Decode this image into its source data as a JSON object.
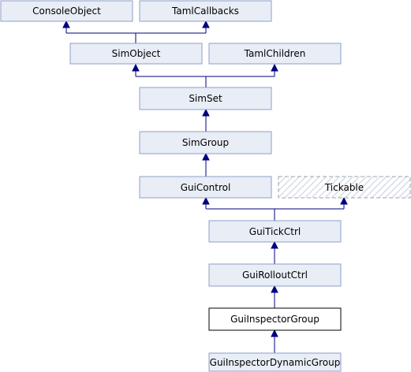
{
  "diagram": {
    "classes": {
      "console_object": "ConsoleObject",
      "taml_callbacks": "TamlCallbacks",
      "sim_object": "SimObject",
      "taml_children": "TamlChildren",
      "sim_set": "SimSet",
      "sim_group": "SimGroup",
      "gui_control": "GuiControl",
      "tickable": "Tickable",
      "gui_tick_ctrl": "GuiTickCtrl",
      "gui_rollout_ctrl": "GuiRolloutCtrl",
      "gui_inspector_group": "GuiInspectorGroup",
      "gui_inspector_dynamic_group": "GuiInspectorDynamicGroup"
    },
    "colors": {
      "box_fill": "#e8edf6",
      "box_border": "#8da0c9",
      "highlight_border": "#000000",
      "edge": "#000080",
      "hatch": "#d8dde6",
      "hatch_border": "#9aa4b6"
    }
  }
}
